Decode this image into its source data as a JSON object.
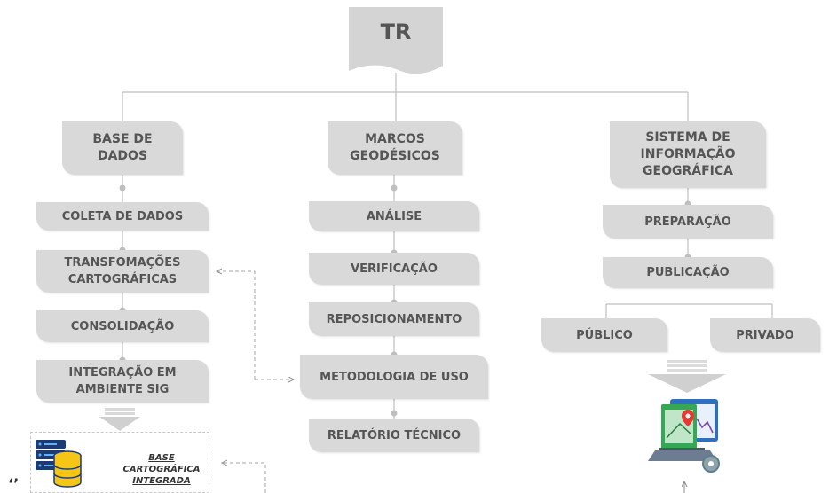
{
  "root": {
    "label": "TR"
  },
  "columns": [
    {
      "title": "BASE DE\nDADOS",
      "items": [
        "COLETA DE DADOS",
        "TRANSFOMAÇÕES\nCARTOGRÁFICAS",
        "CONSOLIDAÇÃO",
        "INTEGRAÇÃO EM\nAMBIENTE SIG"
      ]
    },
    {
      "title": "MARCOS\nGEODÉSICOS",
      "items": [
        "ANÁLISE",
        "VERIFICAÇÃO",
        "REPOSICIONAMENTO",
        "METODOLOGIA DE USO",
        "RELATÓRIO TÉCNICO"
      ]
    },
    {
      "title": "SISTEMA DE\nINFORMAÇÃO\nGEOGRÁFICA",
      "items": [
        "PREPARAÇÃO",
        "PUBLICAÇÃO"
      ],
      "branches": [
        "PÚBLICO",
        "PRIVADO"
      ]
    }
  ],
  "outputs": {
    "base_cartografica": "BASE CARTOGRÁFICA\nINTEGRADA"
  },
  "stray_mark": "‘’",
  "colors": {
    "box_fill": "#d9d9d9",
    "text": "#555555",
    "connector": "#bfbfbf",
    "dashed": "#a6a6a6",
    "arrow": "#d0d0d0"
  }
}
